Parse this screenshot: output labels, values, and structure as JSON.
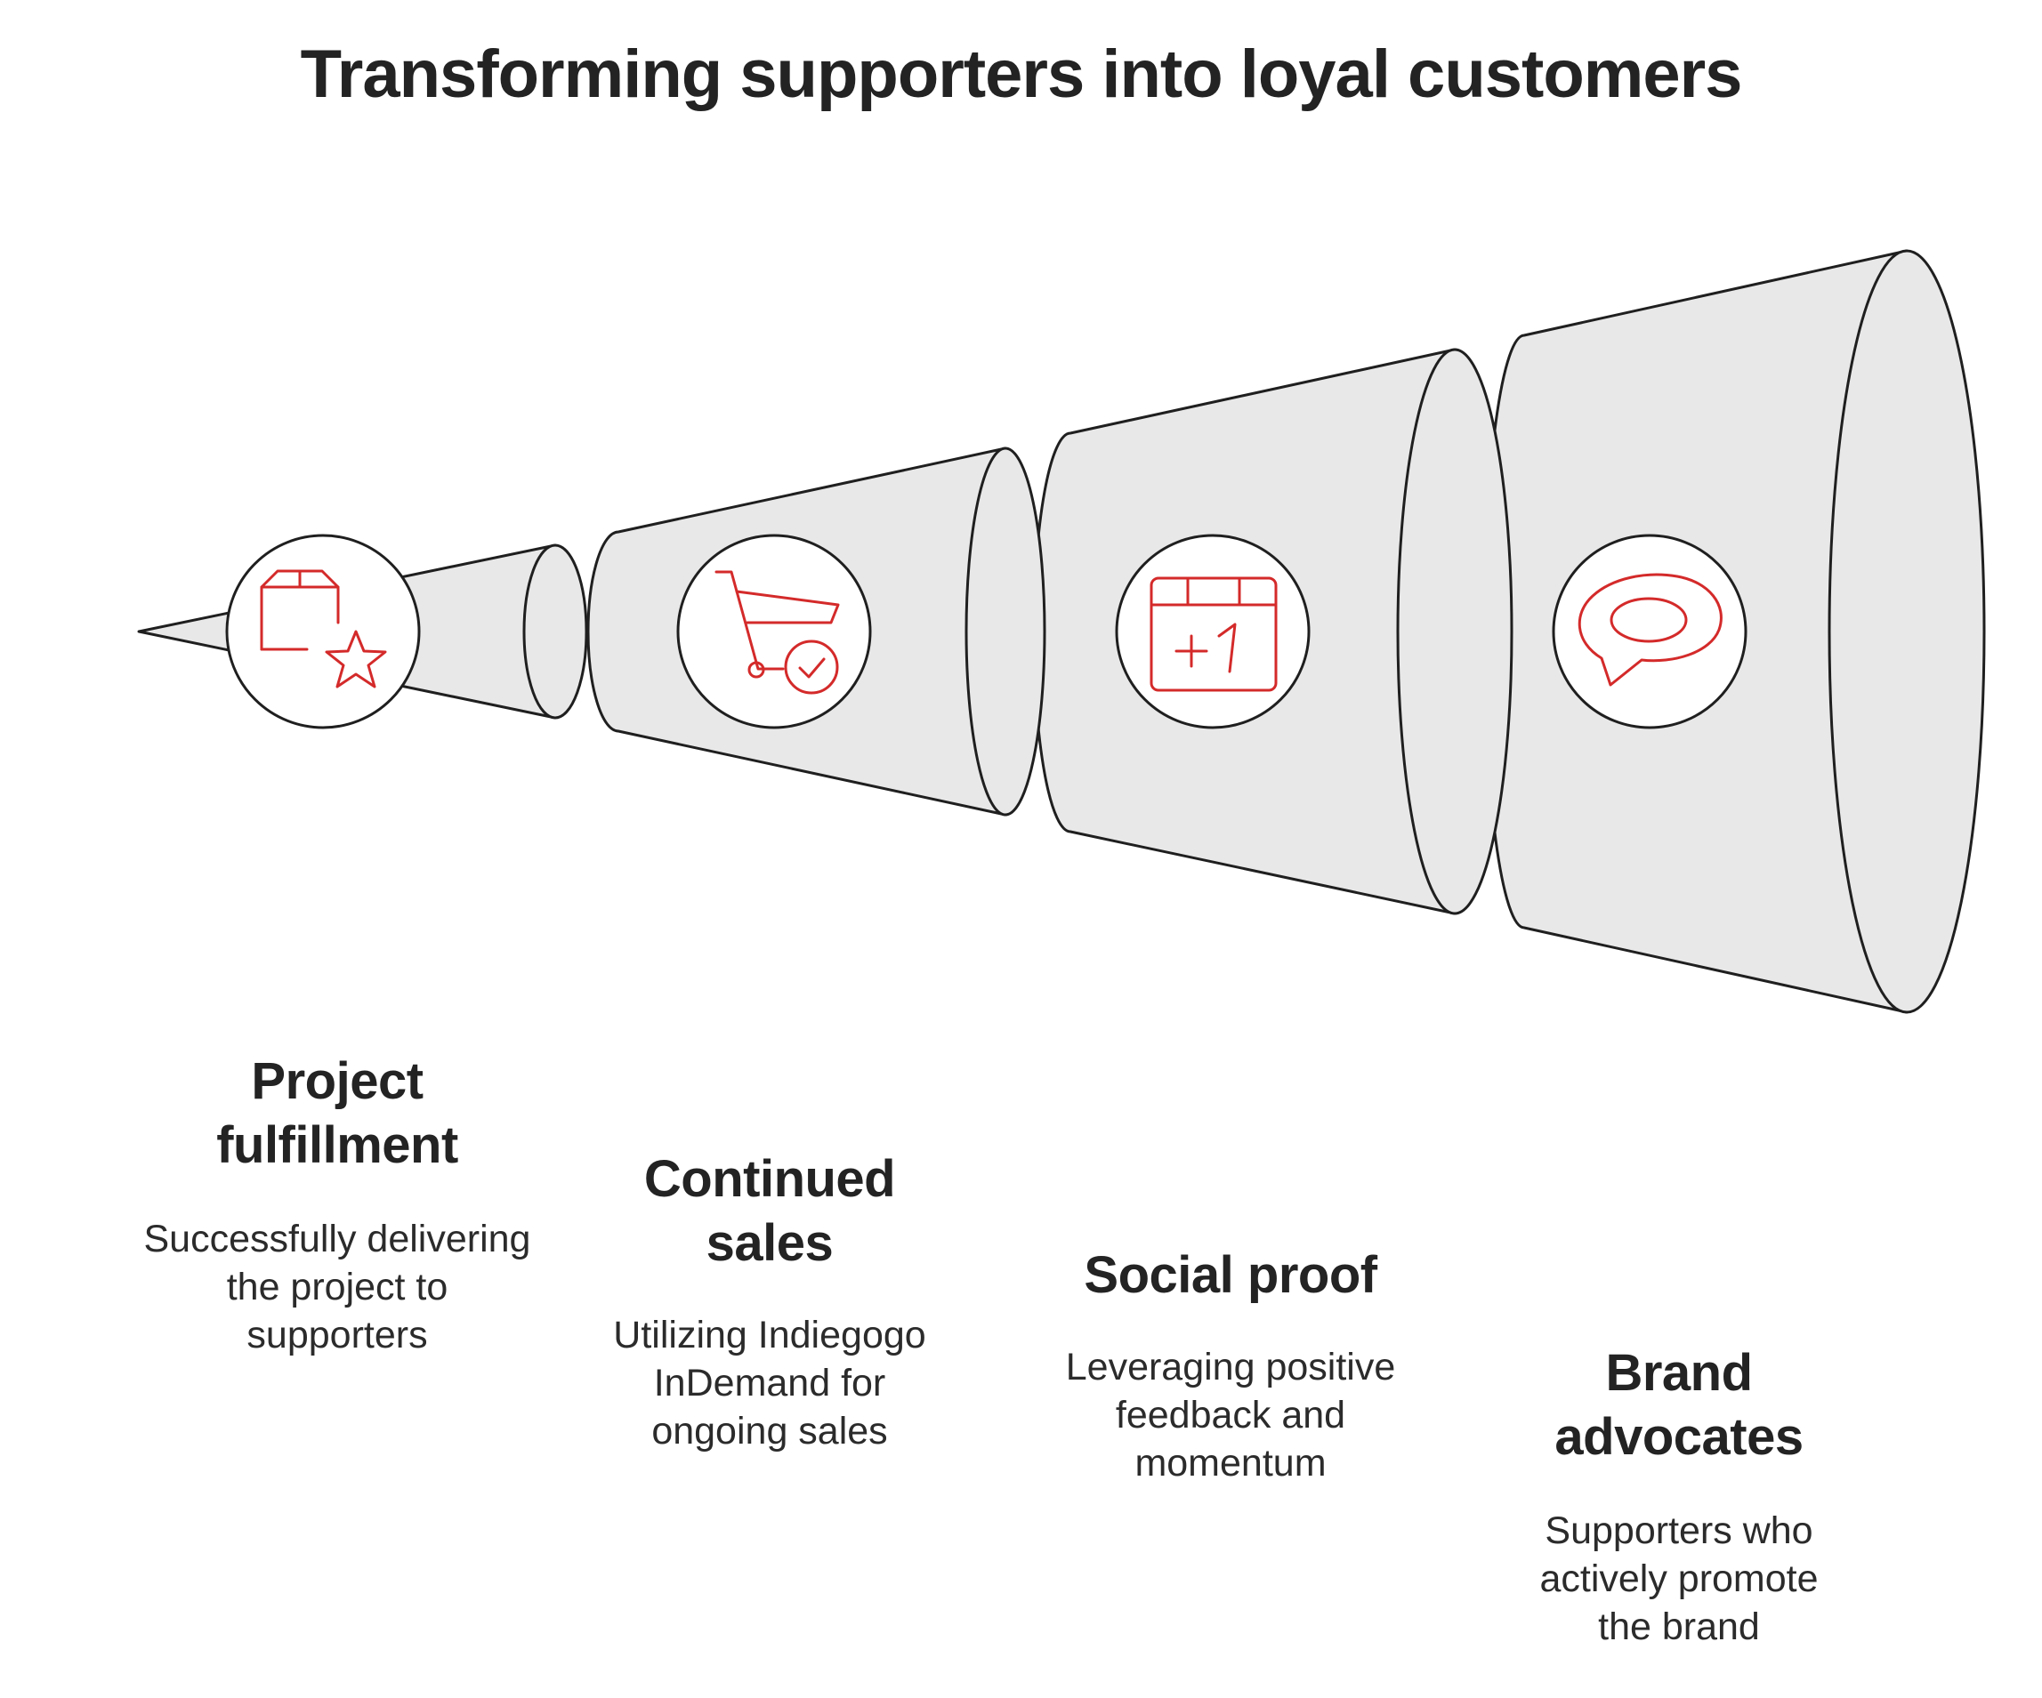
{
  "title": "Transforming supporters into loyal customers",
  "colors": {
    "funnel_fill": "#e8e8e8",
    "funnel_stroke": "#1f1f1f",
    "icon_accent": "#d42a2a",
    "text": "#232323"
  },
  "stages": [
    {
      "heading": "Project fulfillment",
      "description": "Successfully delivering the project to supporters",
      "icon": "package-star-icon"
    },
    {
      "heading": "Continued sales",
      "description": "Utilizing Indiegogo InDemand for ongoing sales",
      "icon": "shopping-cart-check-icon"
    },
    {
      "heading": "Social proof",
      "description": "Leveraging positive feedback and momentum",
      "icon": "calendar-plus-one-icon"
    },
    {
      "heading": "Brand advocates",
      "description": "Supporters who actively promote the brand",
      "icon": "speech-bubble-icon"
    }
  ]
}
